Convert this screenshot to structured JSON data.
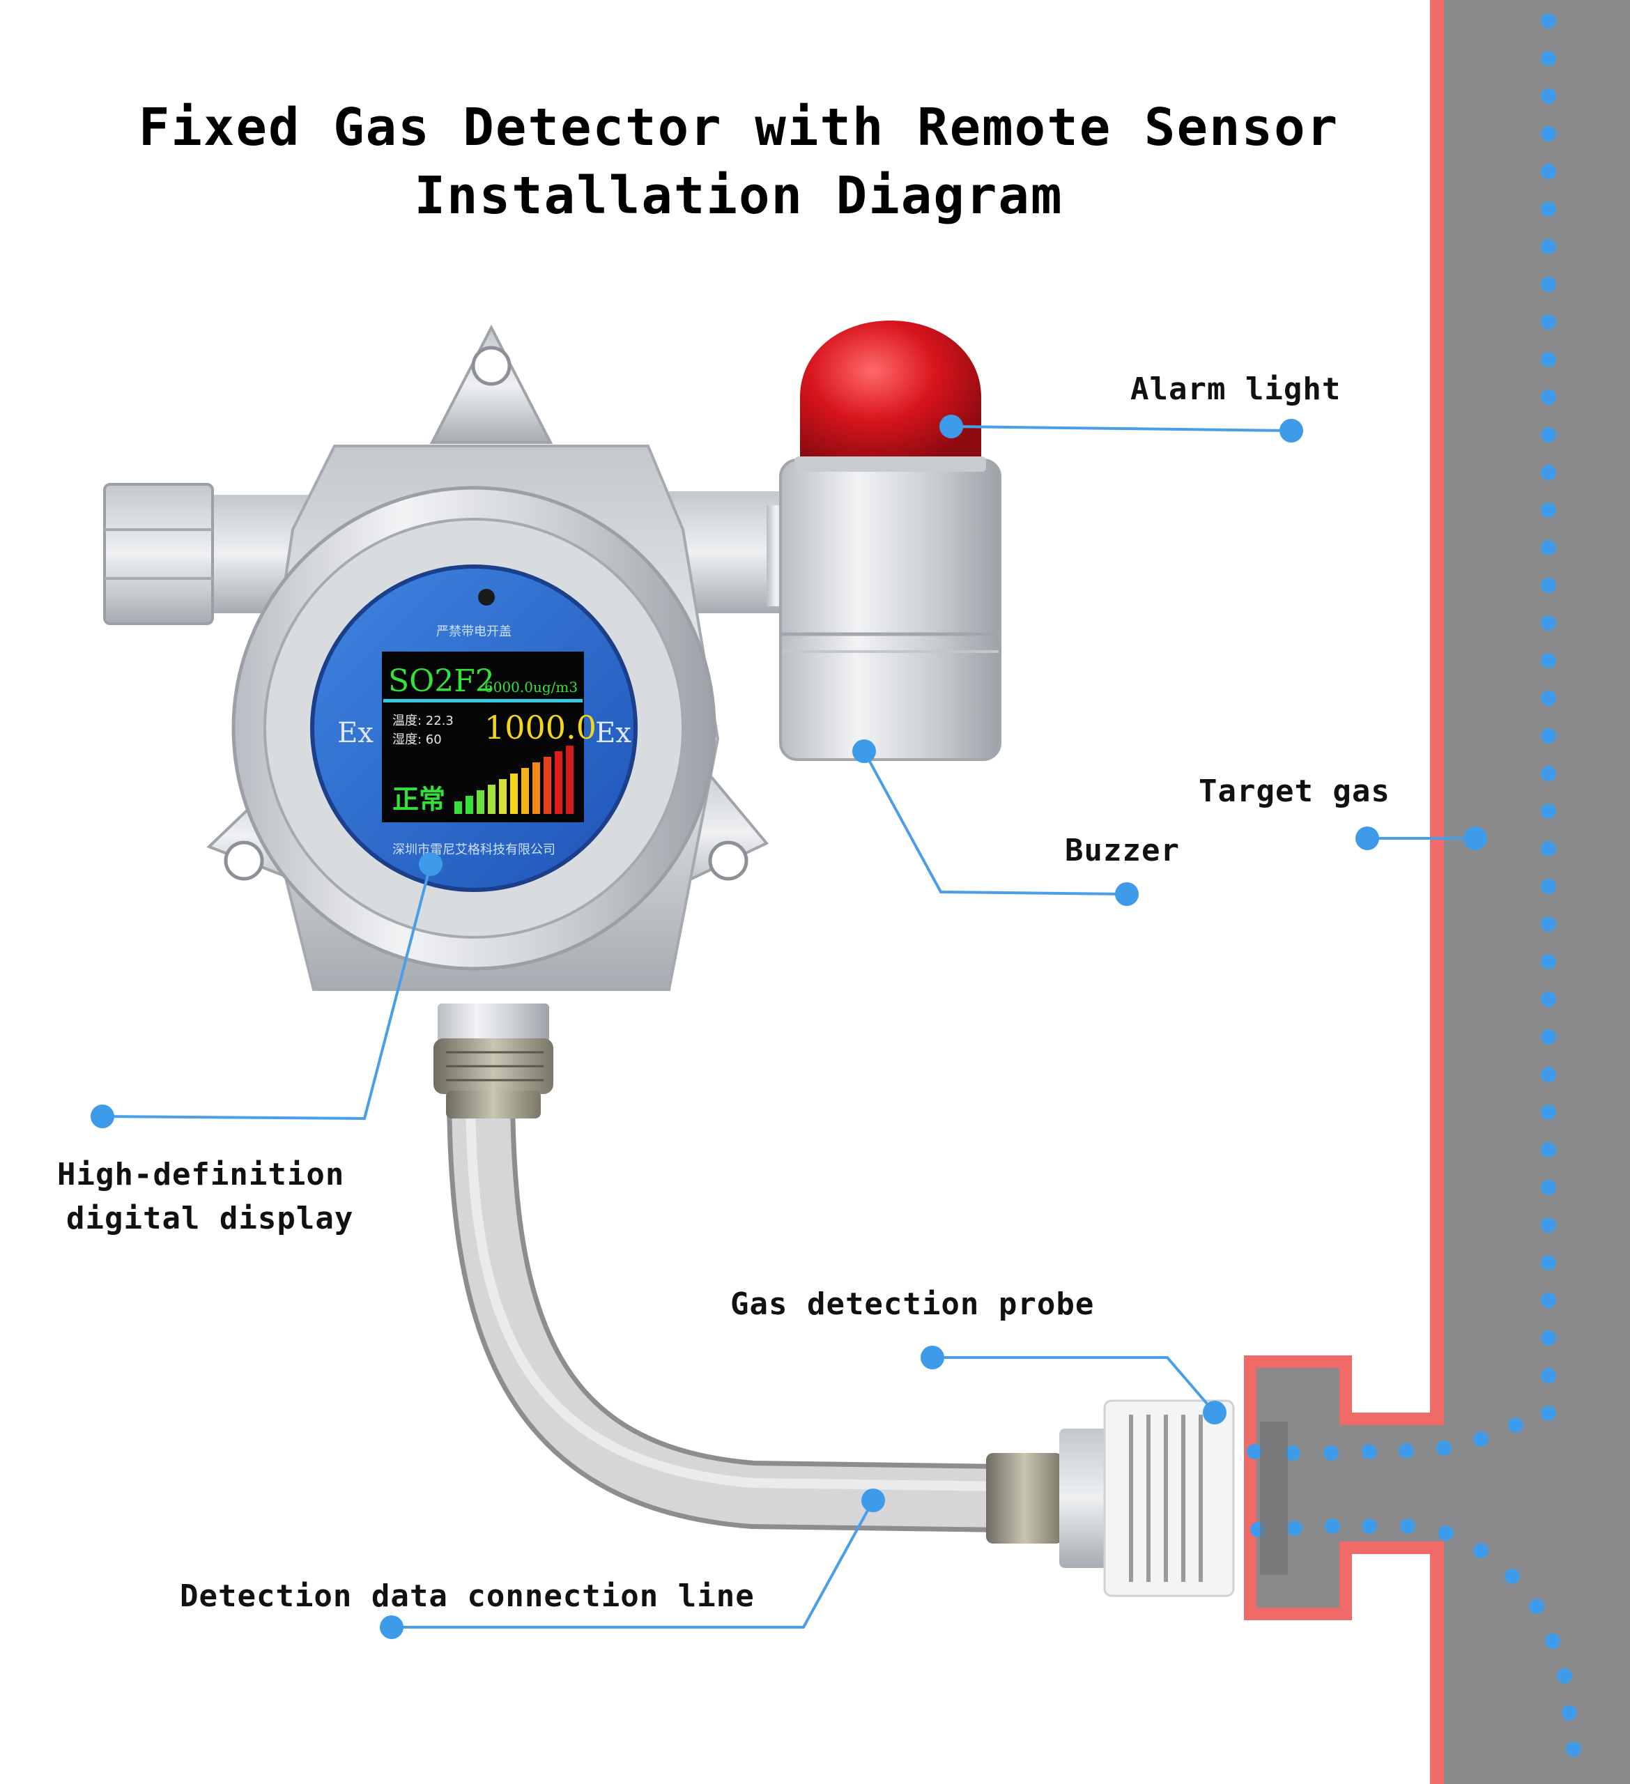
{
  "title": {
    "line1": "Fixed Gas Detector with Remote Sensor",
    "line2": "Installation Diagram"
  },
  "callouts": {
    "alarm_light": "Alarm light",
    "buzzer": "Buzzer",
    "target_gas": "Target gas",
    "display_line1": "High-definition",
    "display_line2": "digital display",
    "probe": "Gas detection probe",
    "connection_line": "Detection data connection line"
  },
  "screen": {
    "gas": "SO2F2",
    "range": "6000.0ug/m3",
    "temp": "温度: 22.3",
    "humidity": "湿度: 60",
    "reading": "1000.0",
    "status": "正常",
    "ex_left": "Ex",
    "ex_right": "Ex",
    "warning": "严禁带电开盖",
    "company": "深圳市雷尼艾格科技有限公司"
  },
  "colors": {
    "callout_blue": "#3d9be9",
    "wall_red": "#f06b67",
    "pipe_gray": "#8a8a8c",
    "screen_blue": "#2f6fd0",
    "alarm_red": "#d8141c"
  }
}
